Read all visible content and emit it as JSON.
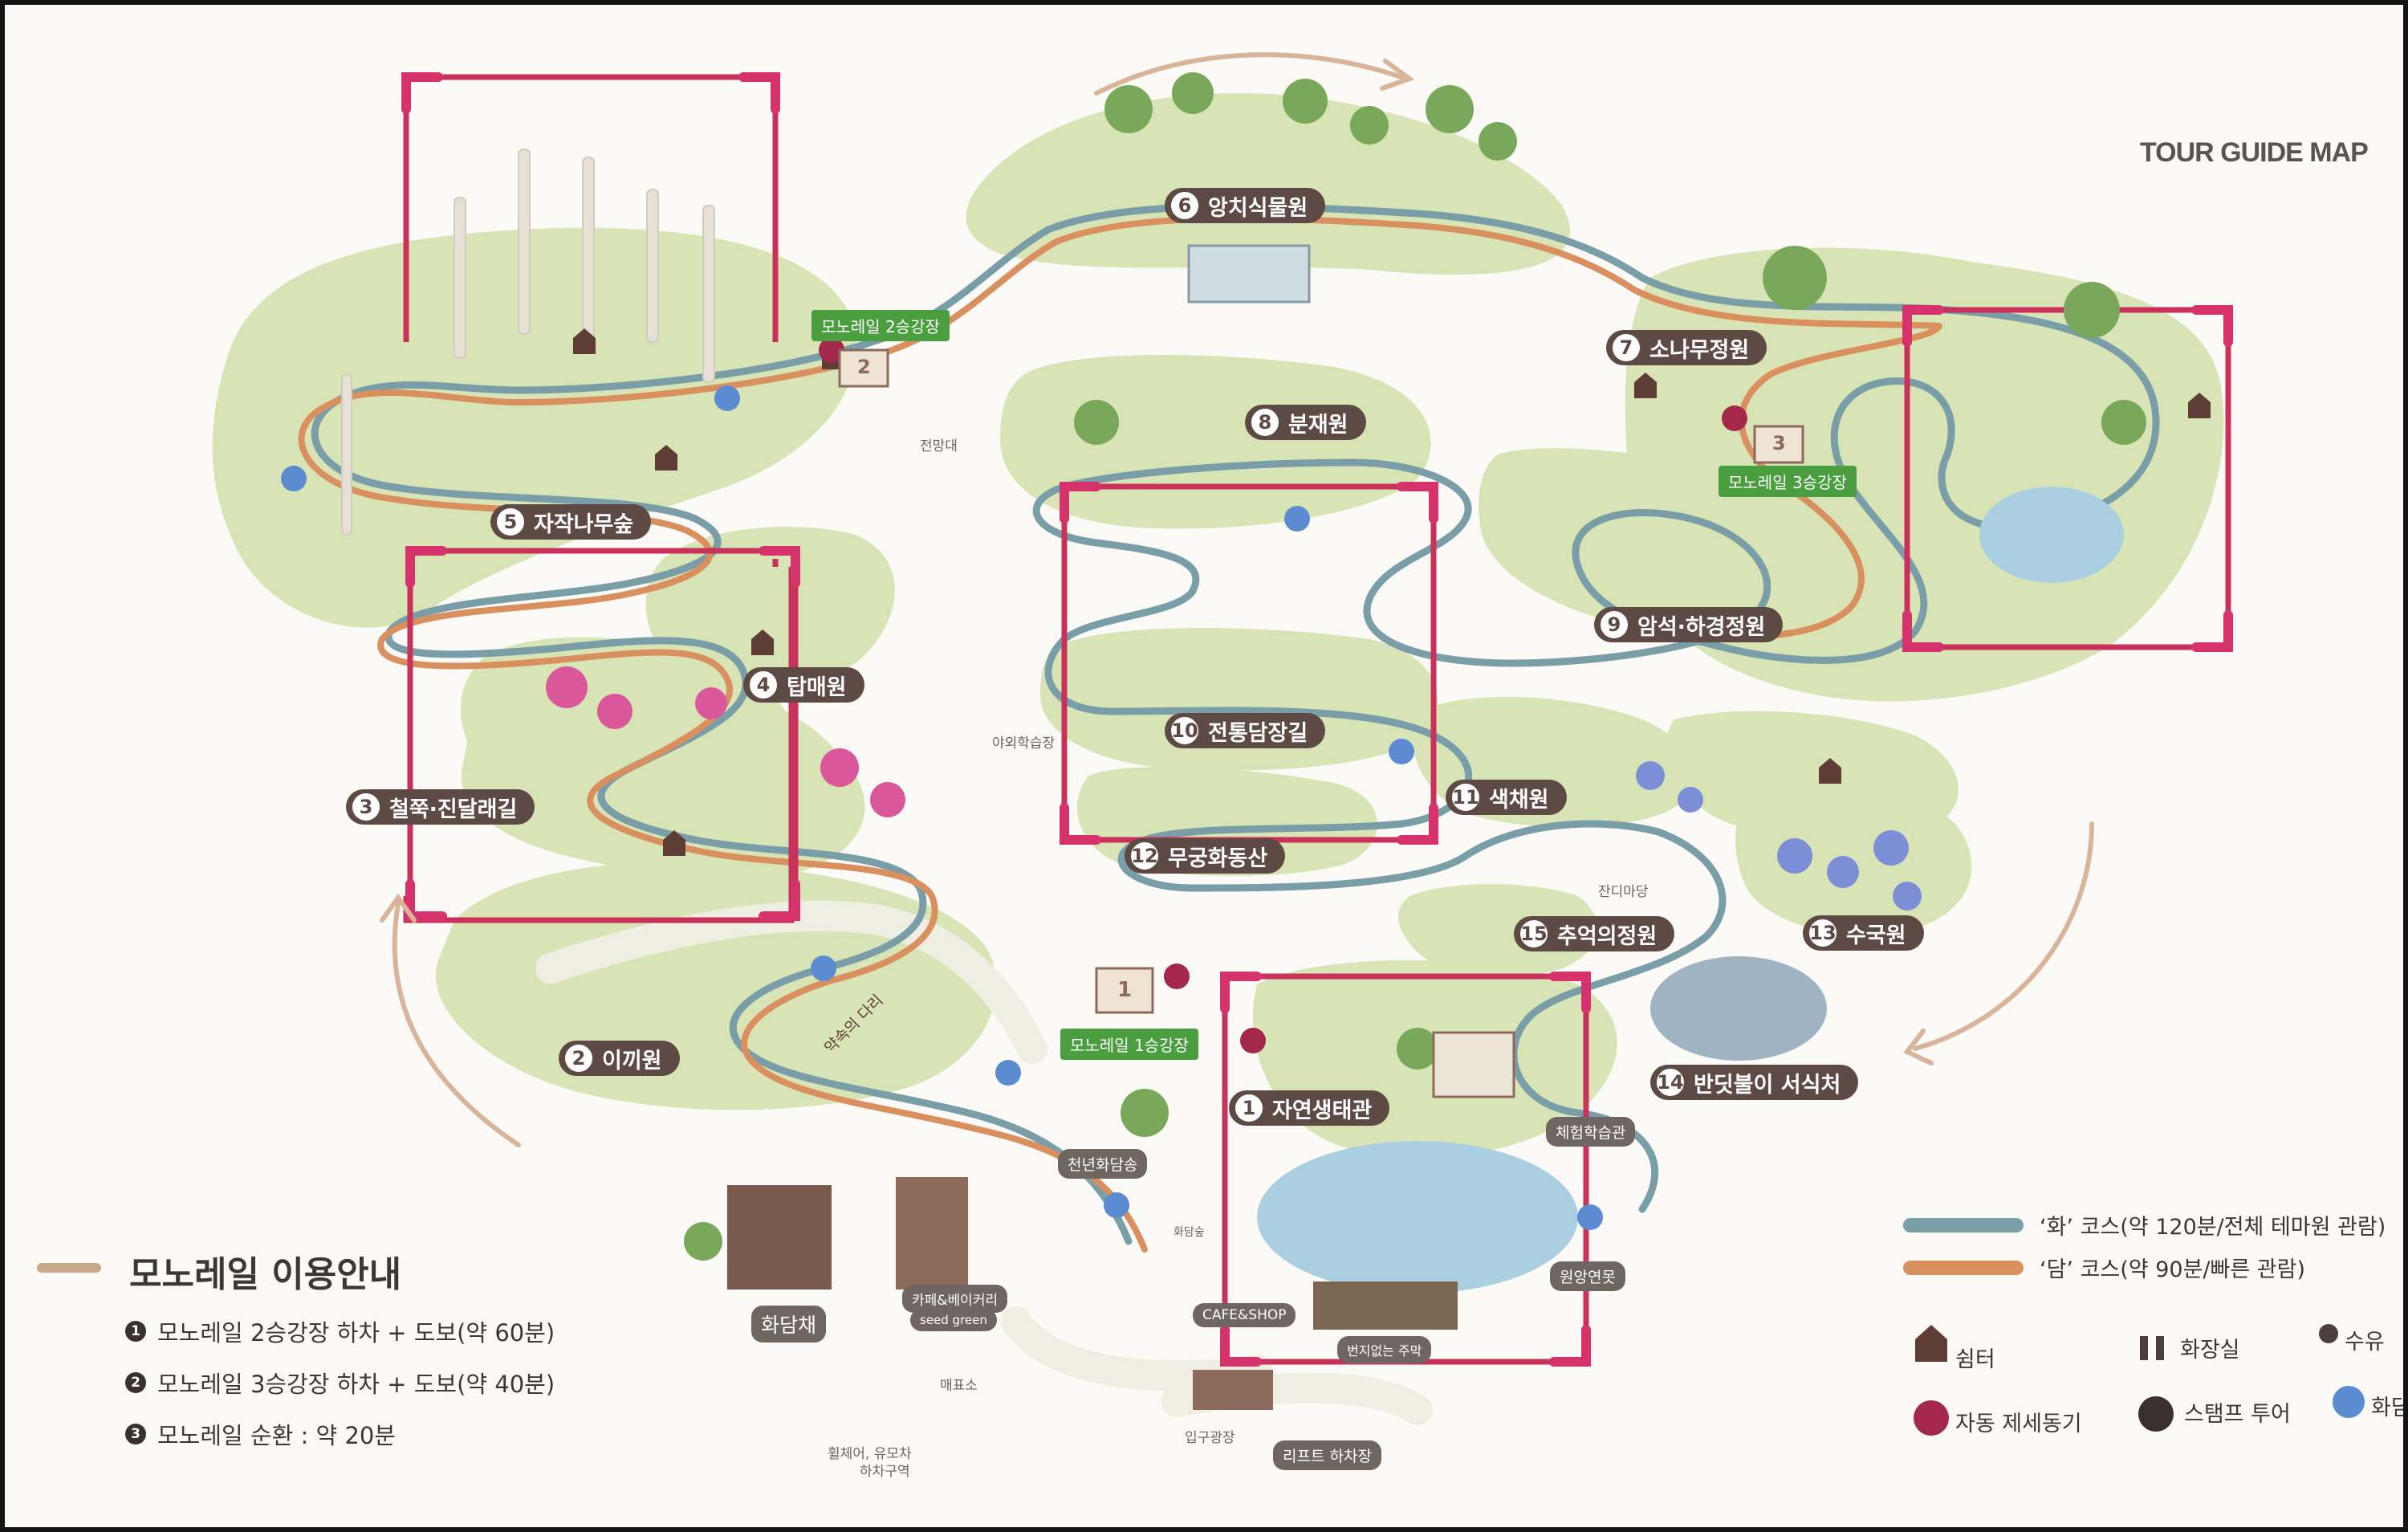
{
  "header": {
    "title": "TOUR GUIDE MAP"
  },
  "spots": [
    {
      "num": "1",
      "name": "자연생태관"
    },
    {
      "num": "2",
      "name": "이끼원"
    },
    {
      "num": "3",
      "name": "철쭉·진달래길"
    },
    {
      "num": "4",
      "name": "탑매원"
    },
    {
      "num": "5",
      "name": "자작나무숲"
    },
    {
      "num": "6",
      "name": "앙치식물원"
    },
    {
      "num": "7",
      "name": "소나무정원"
    },
    {
      "num": "8",
      "name": "분재원"
    },
    {
      "num": "9",
      "name": "암석·하경정원"
    },
    {
      "num": "10",
      "name": "전통담장길"
    },
    {
      "num": "11",
      "name": "색채원"
    },
    {
      "num": "12",
      "name": "무궁화동산"
    },
    {
      "num": "13",
      "name": "수국원"
    },
    {
      "num": "14",
      "name": "반딧불이 서식처"
    },
    {
      "num": "15",
      "name": "추억의정원"
    }
  ],
  "stations": {
    "s1": "모노레일 1승강장",
    "s2": "모노레일 2승강장",
    "s3": "모노레일 3승강장",
    "n1": "1",
    "n2": "2",
    "n3": "3"
  },
  "places": {
    "observatory": "전망대",
    "outdoor_class": "야외학습장",
    "lawn": "잔디마당",
    "bridge": "약속의 다리",
    "old_pine": "천년화담송",
    "experience": "체험학습관",
    "mandarin_pond": "원앙연못",
    "cafe_shop": "CAFE&SHOP",
    "cafe_bakery": "카페&베이커리",
    "seed_green": "seed green",
    "hwadamchae": "화담채",
    "ticket": "매표소",
    "wheelchair": "휠체어, 유모차",
    "wheelchair2": "하차구역",
    "entrance": "입구광장",
    "lift": "리프트 하차장",
    "house_no_address": "번지없는 주막",
    "small_sign": "화담숲"
  },
  "guide": {
    "title": "모노레일 이용안내",
    "items": [
      {
        "bullet": "1",
        "text": "모노레일 2승강장 하차 + 도보(약 60분)"
      },
      {
        "bullet": "2",
        "text": "모노레일 3승강장 하차 + 도보(약 40분)"
      },
      {
        "bullet": "3",
        "text": "모노레일 순환 : 약 20분"
      }
    ]
  },
  "legend": {
    "course_hwa": "‘화’ 코스(약 120분/전체 테마원 관람)",
    "course_dam": "‘담’ 코스(약 90분/빠른 관람)",
    "shelter": "쉼터",
    "restroom": "화장실",
    "water": "수유",
    "aed": "자동 제세동기",
    "stamp": "스탬프 투어",
    "photo": "화담",
    "colors": {
      "hwa": "#7a9ea8",
      "dam": "#d98f5e"
    }
  }
}
